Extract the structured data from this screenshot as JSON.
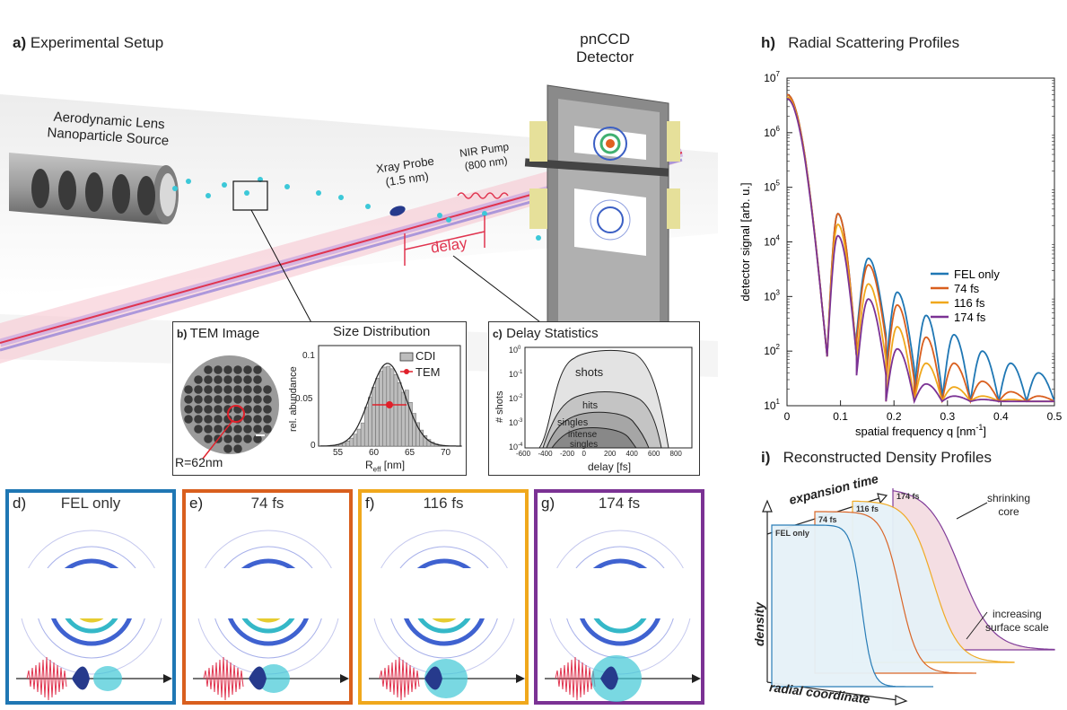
{
  "panel_a": {
    "label": "a)",
    "title": "Experimental Setup",
    "source_label_1": "Aerodynamic Lens",
    "source_label_2": "Nanoparticle Source",
    "detector_label_1": "pnCCD",
    "detector_label_2": "Detector",
    "probe_label_1": "Xray Probe",
    "probe_label_2": "(1.5 nm)",
    "pump_label_1": "NIR Pump",
    "pump_label_2": "(800 nm)",
    "delay_label": "delay"
  },
  "panel_b": {
    "label": "b)",
    "tem_title": "TEM Image",
    "size_title": "Size Distribution",
    "radius_label": "R=62nm",
    "ylabel": "rel. abundance",
    "xlabel": "R",
    "xlabel_sub": "eff",
    "xlabel_unit": " [nm]",
    "legend": [
      "CDI",
      "TEM"
    ],
    "yticks": [
      "0.1",
      "0.05",
      "0"
    ],
    "xticks": [
      "55",
      "60",
      "65",
      "70"
    ]
  },
  "panel_c": {
    "label": "c)",
    "title": "Delay Statistics",
    "ylabel": "# shots",
    "xlabel": "delay [fs]",
    "regions": [
      "shots",
      "hits",
      "singles",
      "intense",
      "singles"
    ],
    "yticks_base": "10",
    "yticks_exp": [
      "0",
      "-1",
      "-2",
      "-3",
      "-4"
    ],
    "xticks": [
      "-600",
      "-400",
      "-200",
      "0",
      "200",
      "400",
      "600",
      "800"
    ]
  },
  "frames": [
    {
      "label": "d)",
      "time": "FEL only",
      "color": "#1f77b4"
    },
    {
      "label": "e)",
      "time": "74 fs",
      "color": "#d95f1e"
    },
    {
      "label": "f)",
      "time": "116 fs",
      "color": "#f0a81c"
    },
    {
      "label": "g)",
      "time": "174 fs",
      "color": "#7b3294"
    }
  ],
  "panel_h": {
    "label": "h)",
    "title": "Radial Scattering Profiles"
  },
  "panel_i": {
    "label": "i)",
    "title": "Reconstructed Density Profiles",
    "expansion_label": "expansion time",
    "density_label": "density",
    "radial_label": "radial coordinate",
    "shrinking_1": "shrinking",
    "shrinking_2": "core",
    "increasing_1": "increasing",
    "increasing_2": "surface scale",
    "curve_labels": [
      "FEL only",
      "74 fs",
      "116 fs",
      "174 fs"
    ]
  },
  "chart_data": {
    "type": "line",
    "xlabel": "spatial frequency q [nm",
    "xlabel_sup": "-1",
    "xlabel_end": "]",
    "ylabel": "detector signal [arb. u.]",
    "xlim": [
      0,
      0.5
    ],
    "ylim": [
      10,
      10000000
    ],
    "yscale": "log",
    "xticks": [
      "0",
      "0.1",
      "0.2",
      "0.3",
      "0.4",
      "0.5"
    ],
    "yticks_base": "10",
    "yticks_exp": [
      "7",
      "6",
      "5",
      "4",
      "3",
      "2",
      "1"
    ],
    "legend_position": "right",
    "series": [
      {
        "name": "FEL only",
        "color": "#1f77b4",
        "peaks": [
          [
            0,
            5000000
          ],
          [
            0.095,
            33000
          ],
          [
            0.152,
            5000
          ],
          [
            0.206,
            1200
          ],
          [
            0.26,
            450
          ],
          [
            0.312,
            200
          ],
          [
            0.365,
            100
          ],
          [
            0.418,
            60
          ],
          [
            0.47,
            40
          ]
        ],
        "minima": [
          0.075,
          0.13,
          0.185,
          0.238,
          0.29,
          0.343,
          0.396,
          0.448,
          0.5
        ]
      },
      {
        "name": " 74 fs",
        "color": "#d95f1e",
        "peaks": [
          [
            0,
            5000000
          ],
          [
            0.095,
            33000
          ],
          [
            0.152,
            3800
          ],
          [
            0.206,
            700
          ],
          [
            0.26,
            180
          ],
          [
            0.312,
            60
          ],
          [
            0.365,
            28
          ],
          [
            0.418,
            18
          ],
          [
            0.47,
            15
          ]
        ],
        "minima": [
          0.075,
          0.13,
          0.185,
          0.238,
          0.29,
          0.343,
          0.396,
          0.448,
          0.5
        ]
      },
      {
        "name": "116 fs",
        "color": "#f0a81c",
        "peaks": [
          [
            0,
            4500000
          ],
          [
            0.095,
            21000
          ],
          [
            0.152,
            1700
          ],
          [
            0.206,
            280
          ],
          [
            0.26,
            60
          ],
          [
            0.312,
            22
          ],
          [
            0.365,
            15
          ],
          [
            0.418,
            13
          ],
          [
            0.47,
            12
          ]
        ],
        "minima": [
          0.075,
          0.13,
          0.185,
          0.238,
          0.29,
          0.343,
          0.396,
          0.448,
          0.5
        ]
      },
      {
        "name": "174 fs",
        "color": "#7b3294",
        "peaks": [
          [
            0,
            4200000
          ],
          [
            0.095,
            13000
          ],
          [
            0.152,
            900
          ],
          [
            0.206,
            110
          ],
          [
            0.26,
            25
          ],
          [
            0.312,
            15
          ],
          [
            0.365,
            13
          ],
          [
            0.418,
            12
          ],
          [
            0.47,
            12
          ]
        ],
        "minima": [
          0.075,
          0.13,
          0.185,
          0.238,
          0.29,
          0.343,
          0.396,
          0.448,
          0.5
        ]
      }
    ]
  }
}
